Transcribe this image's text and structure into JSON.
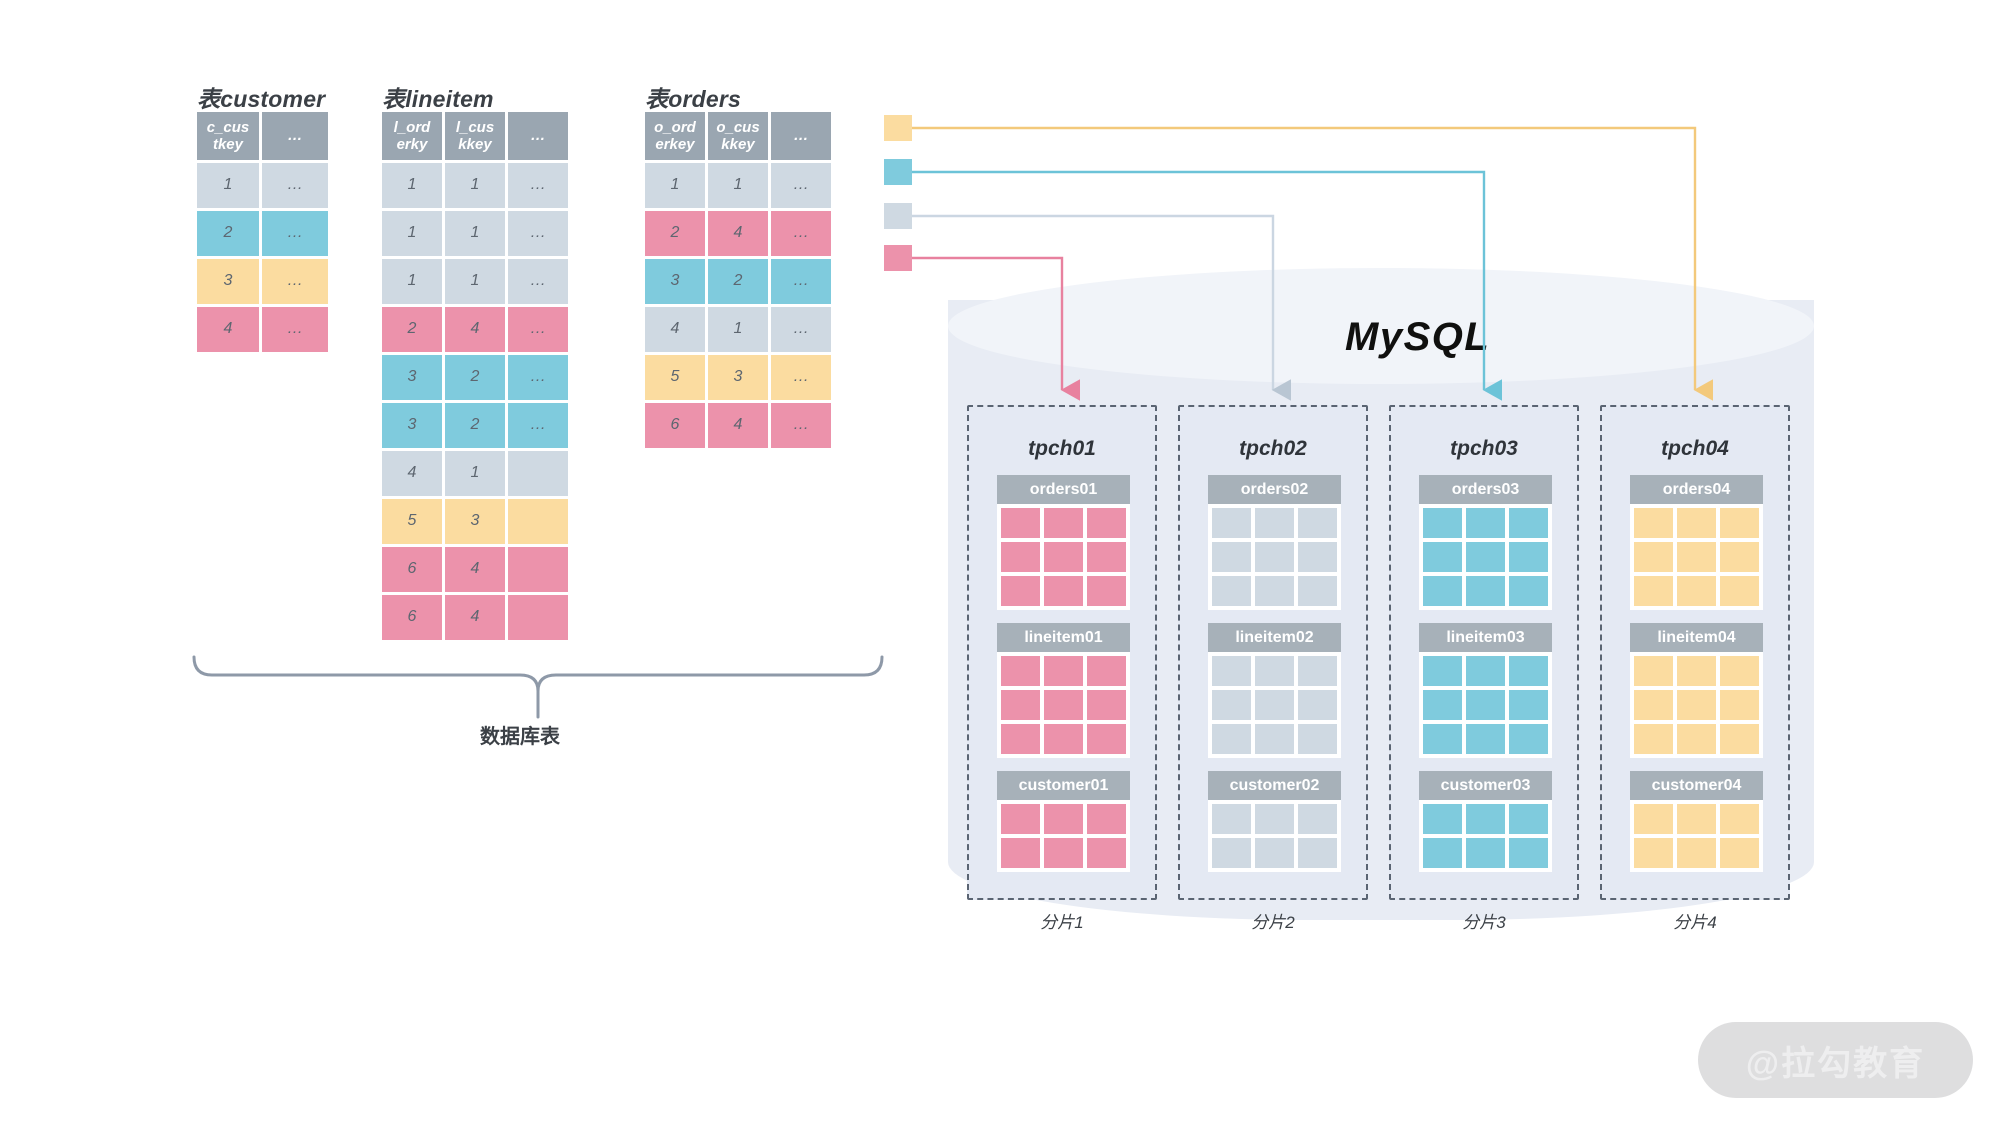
{
  "diagram": {
    "caption_tables": "数据库表",
    "engine_label": "MySQL",
    "watermark": "@拉勾教育"
  },
  "palette": {
    "grey": "#cfd9e2",
    "cyan": "#7fcbdd",
    "gold": "#fbdca0",
    "pink": "#ec92ab",
    "header_grey": "#9aa6b1",
    "shard_header_grey": "#a7b1b9",
    "cylinder_body": "#e8ecf4",
    "cylinder_top": "#f1f4f9",
    "shard_fill": "#e4e9f3",
    "shard_border": "#5a6472",
    "text_dark": "#3b4046"
  },
  "source_tables": [
    {
      "title": "表customer",
      "columns": [
        "c_cus\ntkey",
        "…"
      ],
      "col_widths": [
        "w-nar",
        "w-wide"
      ],
      "rows": [
        {
          "cells": [
            "1",
            "…"
          ],
          "color": "grey"
        },
        {
          "cells": [
            "2",
            "…"
          ],
          "color": "cyan"
        },
        {
          "cells": [
            "3",
            "…"
          ],
          "color": "gold"
        },
        {
          "cells": [
            "4",
            "…"
          ],
          "color": "pink"
        }
      ]
    },
    {
      "title": "表lineitem",
      "columns": [
        "l_ord\nerky",
        "l_cus\nkkey",
        "…"
      ],
      "col_widths": [
        "w-mid",
        "w-mid",
        "w-mid"
      ],
      "rows": [
        {
          "cells": [
            "1",
            "1",
            "…"
          ],
          "color": "grey"
        },
        {
          "cells": [
            "1",
            "1",
            "…"
          ],
          "color": "grey"
        },
        {
          "cells": [
            "1",
            "1",
            "…"
          ],
          "color": "grey"
        },
        {
          "cells": [
            "2",
            "4",
            "…"
          ],
          "color": "pink"
        },
        {
          "cells": [
            "3",
            "2",
            "…"
          ],
          "color": "cyan"
        },
        {
          "cells": [
            "3",
            "2",
            "…"
          ],
          "color": "cyan"
        },
        {
          "cells": [
            "4",
            "1",
            ""
          ],
          "color": "grey"
        },
        {
          "cells": [
            "5",
            "3",
            ""
          ],
          "color": "gold"
        },
        {
          "cells": [
            "6",
            "4",
            ""
          ],
          "color": "pink"
        },
        {
          "cells": [
            "6",
            "4",
            ""
          ],
          "color": "pink"
        }
      ]
    },
    {
      "title": "表orders",
      "columns": [
        "o_ord\nerkey",
        "o_cus\nkkey",
        "…"
      ],
      "col_widths": [
        "w-mid",
        "w-mid",
        "w-mid"
      ],
      "rows": [
        {
          "cells": [
            "1",
            "1",
            "…"
          ],
          "color": "grey"
        },
        {
          "cells": [
            "2",
            "4",
            "…"
          ],
          "color": "pink"
        },
        {
          "cells": [
            "3",
            "2",
            "…"
          ],
          "color": "cyan"
        },
        {
          "cells": [
            "4",
            "1",
            "…"
          ],
          "color": "grey"
        },
        {
          "cells": [
            "5",
            "3",
            "…"
          ],
          "color": "gold"
        },
        {
          "cells": [
            "6",
            "4",
            "…"
          ],
          "color": "pink"
        }
      ]
    }
  ],
  "legend_chips": [
    {
      "color": "gold",
      "target_shard": "tpch04"
    },
    {
      "color": "cyan",
      "target_shard": "tpch03"
    },
    {
      "color": "grey",
      "target_shard": "tpch02"
    },
    {
      "color": "pink",
      "target_shard": "tpch01"
    }
  ],
  "shards": [
    {
      "db": "tpch01",
      "caption": "分片1",
      "color": "pink",
      "tables": [
        {
          "name": "orders01",
          "rows": 3
        },
        {
          "name": "lineitem01",
          "rows": 3
        },
        {
          "name": "customer01",
          "rows": 2
        }
      ]
    },
    {
      "db": "tpch02",
      "caption": "分片2",
      "color": "grey",
      "tables": [
        {
          "name": "orders02",
          "rows": 3
        },
        {
          "name": "lineitem02",
          "rows": 3
        },
        {
          "name": "customer02",
          "rows": 2
        }
      ]
    },
    {
      "db": "tpch03",
      "caption": "分片3",
      "color": "cyan",
      "tables": [
        {
          "name": "orders03",
          "rows": 3
        },
        {
          "name": "lineitem03",
          "rows": 3
        },
        {
          "name": "customer03",
          "rows": 2
        }
      ]
    },
    {
      "db": "tpch04",
      "caption": "分片4",
      "color": "gold",
      "tables": [
        {
          "name": "orders04",
          "rows": 3
        },
        {
          "name": "lineitem04",
          "rows": 3
        },
        {
          "name": "customer04",
          "rows": 2
        }
      ]
    }
  ]
}
